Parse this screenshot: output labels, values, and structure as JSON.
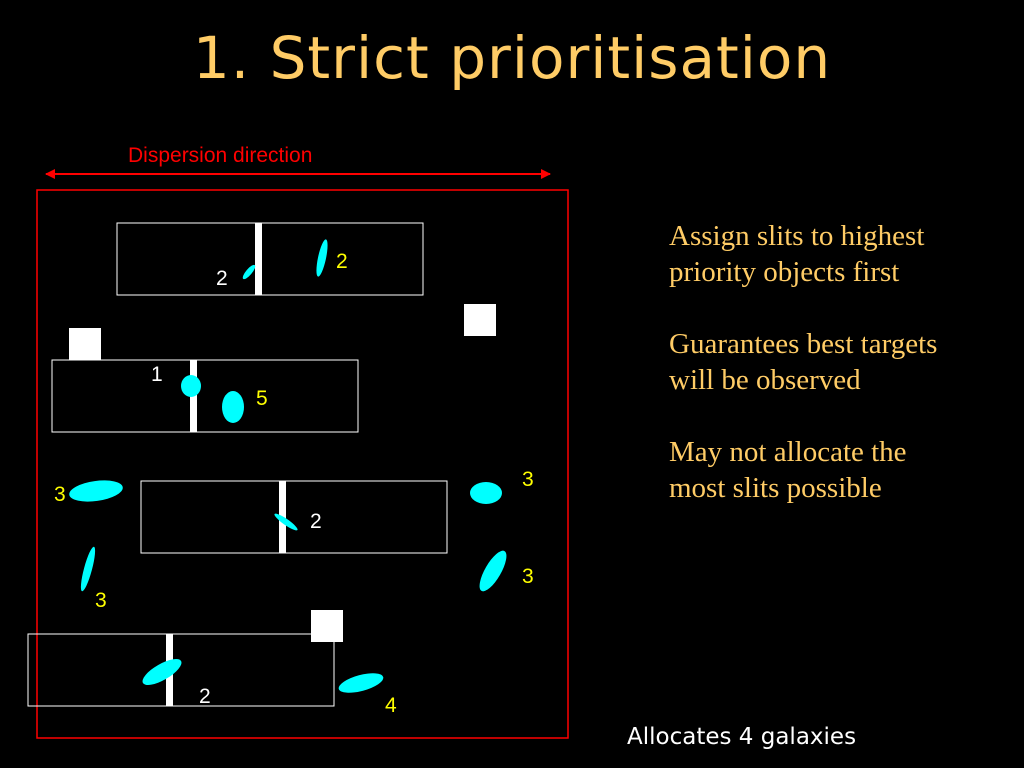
{
  "title": "1. Strict prioritisation",
  "diagram": {
    "dispersion_label": "Dispersion direction",
    "labels": {
      "slit1_a": "2",
      "slit1_b": "2",
      "slit2_a": "1",
      "slit2_b": "5",
      "left_top": "3",
      "right_top": "3",
      "slit3": "2",
      "right_mid": "3",
      "left_bottom": "3",
      "slit4": "2",
      "bottom_right": "4"
    }
  },
  "bullets": [
    "Assign slits to highest priority objects first",
    "Guarantees best targets will be observed",
    "May not allocate the most slits possible"
  ],
  "footer": "Allocates 4 galaxies",
  "colors": {
    "title": "#ffcc66",
    "dispersion": "#ff0000",
    "galaxy": "#00ffff",
    "label_yellow": "#ffff00",
    "label_white": "#ffffff",
    "bullet_text": "#ffcc66"
  }
}
